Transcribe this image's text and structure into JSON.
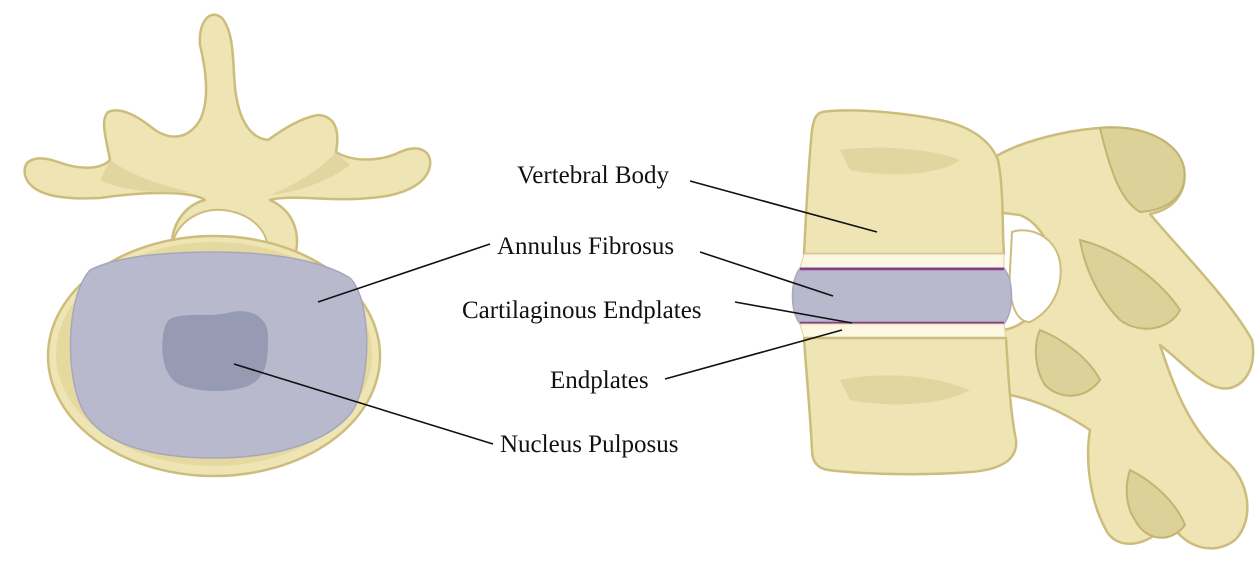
{
  "labels": {
    "vertebral_body": "Vertebral Body",
    "annulus_fibrosus": "Annulus Fibrosus",
    "cartilaginous_endplates": "Cartilaginous Endplates",
    "endplates": "Endplates",
    "nucleus_pulposus": "Nucleus Pulposus"
  },
  "colors": {
    "bone": "#eee4b4",
    "annulus": "#b8b9cc",
    "nucleus": "#979ab3",
    "cartilage": "#8a3d87"
  }
}
